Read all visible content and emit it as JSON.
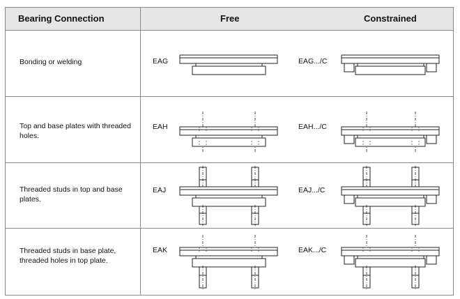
{
  "header": {
    "col1": "Bearing Connection",
    "col2": "Free",
    "col3": "Constrained"
  },
  "rows": [
    {
      "description": "Bonding or welding",
      "free_code": "EAG",
      "constrained_code": "EAG.../C",
      "figure": "bonded"
    },
    {
      "description": "Top and base plates with threaded holes.",
      "free_code": "EAH",
      "constrained_code": "EAH.../C",
      "figure": "threaded-holes"
    },
    {
      "description": "Threaded studs in top and base plates.",
      "free_code": "EAJ",
      "constrained_code": "EAJ.../C",
      "figure": "studs-both"
    },
    {
      "description": "Threaded studs in base plate, threaded holes in top plate.",
      "free_code": "EAK",
      "constrained_code": "EAK.../C",
      "figure": "studs-base"
    }
  ]
}
